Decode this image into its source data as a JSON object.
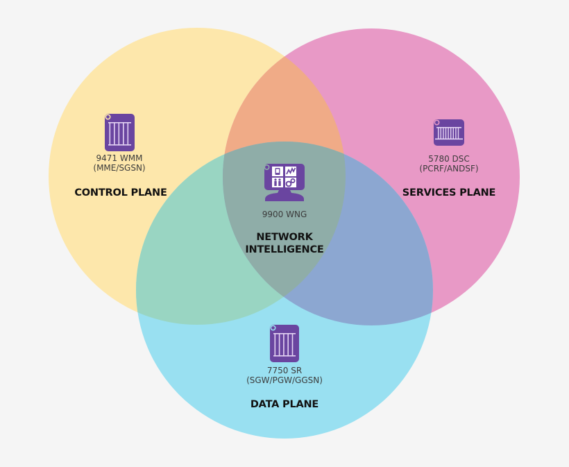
{
  "diagram": {
    "type": "venn",
    "colors": {
      "background": "#f5f5f5",
      "control_plane": "#fde7ab",
      "services_plane": "#e899c6",
      "data_plane": "#99e0f1",
      "control_services_overlap": "#f0ab87",
      "control_data_overlap": "#99d5c2",
      "services_data_overlap": "#8ca7d1",
      "center_overlap": "#8fada8",
      "icon_purple": "#6a45a0"
    },
    "circles": [
      {
        "id": "control",
        "label": "CONTROL PLANE",
        "device": "9471 WMM",
        "role": "(MME/SGSN)",
        "icon": "server-rack-icon"
      },
      {
        "id": "services",
        "label": "SERVICES PLANE",
        "device": "5780 DSC",
        "role": "(PCRF/ANDSF)",
        "icon": "server-chassis-icon"
      },
      {
        "id": "data",
        "label": "DATA PLANE",
        "device": "7750 SR",
        "role": "(SGW/PGW/GGSN)",
        "icon": "router-rack-icon"
      }
    ],
    "center": {
      "label_line1": "NETWORK",
      "label_line2": "INTELLIGENCE",
      "device": "9900 WNG",
      "icon": "analytics-monitor-icon"
    }
  }
}
